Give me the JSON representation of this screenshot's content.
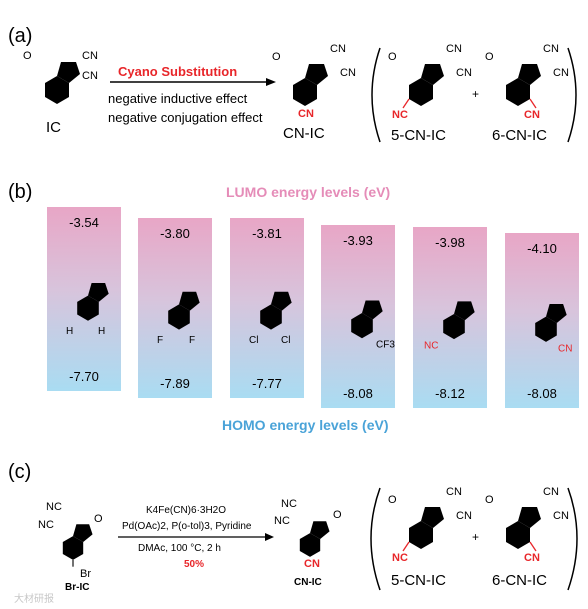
{
  "panel_a": {
    "label": "(a)",
    "reactant": "IC",
    "arrow_top": "Cyano Substitution",
    "arrow_bottom_1": "negative inductive effect",
    "arrow_bottom_2": "negative conjugation effect",
    "product": "CN-IC",
    "isomer_1": "5-CN-IC",
    "isomer_2": "6-CN-IC",
    "plus": "+",
    "atoms": {
      "cn": "CN",
      "o": "O",
      "nc": "NC"
    }
  },
  "panel_b": {
    "label": "(b)",
    "lumo_title": "LUMO energy levels (eV)",
    "homo_title": "HOMO energy levels (eV)",
    "molecules": [
      {
        "lumo": "-3.54",
        "homo": "-7.70",
        "substituents": [
          "H",
          "H"
        ]
      },
      {
        "lumo": "-3.80",
        "homo": "-7.89",
        "substituents": [
          "F",
          "F"
        ]
      },
      {
        "lumo": "-3.81",
        "homo": "-7.77",
        "substituents": [
          "Cl",
          "Cl"
        ]
      },
      {
        "lumo": "-3.93",
        "homo": "-8.08",
        "substituents": [
          "CF3"
        ]
      },
      {
        "lumo": "-3.98",
        "homo": "-8.12",
        "substituents": [
          "NC"
        ]
      },
      {
        "lumo": "-4.10",
        "homo": "-8.08",
        "substituents": [
          "CN"
        ]
      }
    ]
  },
  "panel_c": {
    "label": "(c)",
    "reactant": "Br-IC",
    "reactant_sub": "Br",
    "reagent_1": "K4Fe(CN)6·3H2O",
    "reagent_2": "Pd(OAc)2, P(o-tol)3, Pyridine",
    "conditions": "DMAc, 100 °C, 2 h",
    "yield": "50%",
    "product": "CN-IC",
    "isomer_1": "5-CN-IC",
    "isomer_2": "6-CN-IC",
    "plus": "+"
  },
  "watermark": "大材研报",
  "colors": {
    "accent_red": "#e8262a",
    "lumo_pink": "#e6a0c0",
    "homo_blue": "#b0dcf0",
    "title_blue": "#4aa3d8"
  }
}
